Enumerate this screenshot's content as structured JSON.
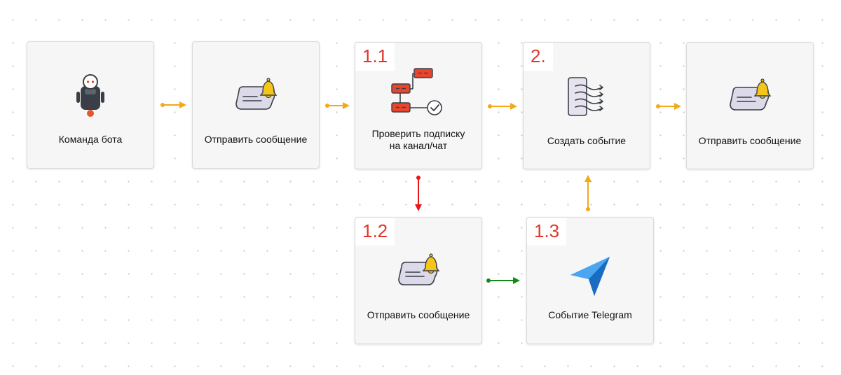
{
  "nodes": {
    "bot_command": {
      "label": "Команда бота",
      "icon": "robot-icon"
    },
    "send_message_1": {
      "label": "Отправить сообщение",
      "icon": "message-bell-icon"
    },
    "check_subscription": {
      "label": "Проверить подписку на канал/чат",
      "number": "1.1",
      "icon": "flowchart-check-icon"
    },
    "create_event": {
      "label": "Создать событие",
      "number": "2.",
      "icon": "document-wind-icon"
    },
    "send_message_2": {
      "label": "Отправить сообщение",
      "icon": "message-bell-icon"
    },
    "send_message_3": {
      "label": "Отправить сообщение",
      "number": "1.2",
      "icon": "message-bell-icon"
    },
    "telegram_event": {
      "label": "Событие Telegram",
      "number": "1.3",
      "icon": "telegram-plane-icon"
    }
  },
  "colors": {
    "connector_default": "#f5a716",
    "connector_false": "#e8161b",
    "connector_true": "#16891a",
    "step_number": "#e0352b"
  }
}
